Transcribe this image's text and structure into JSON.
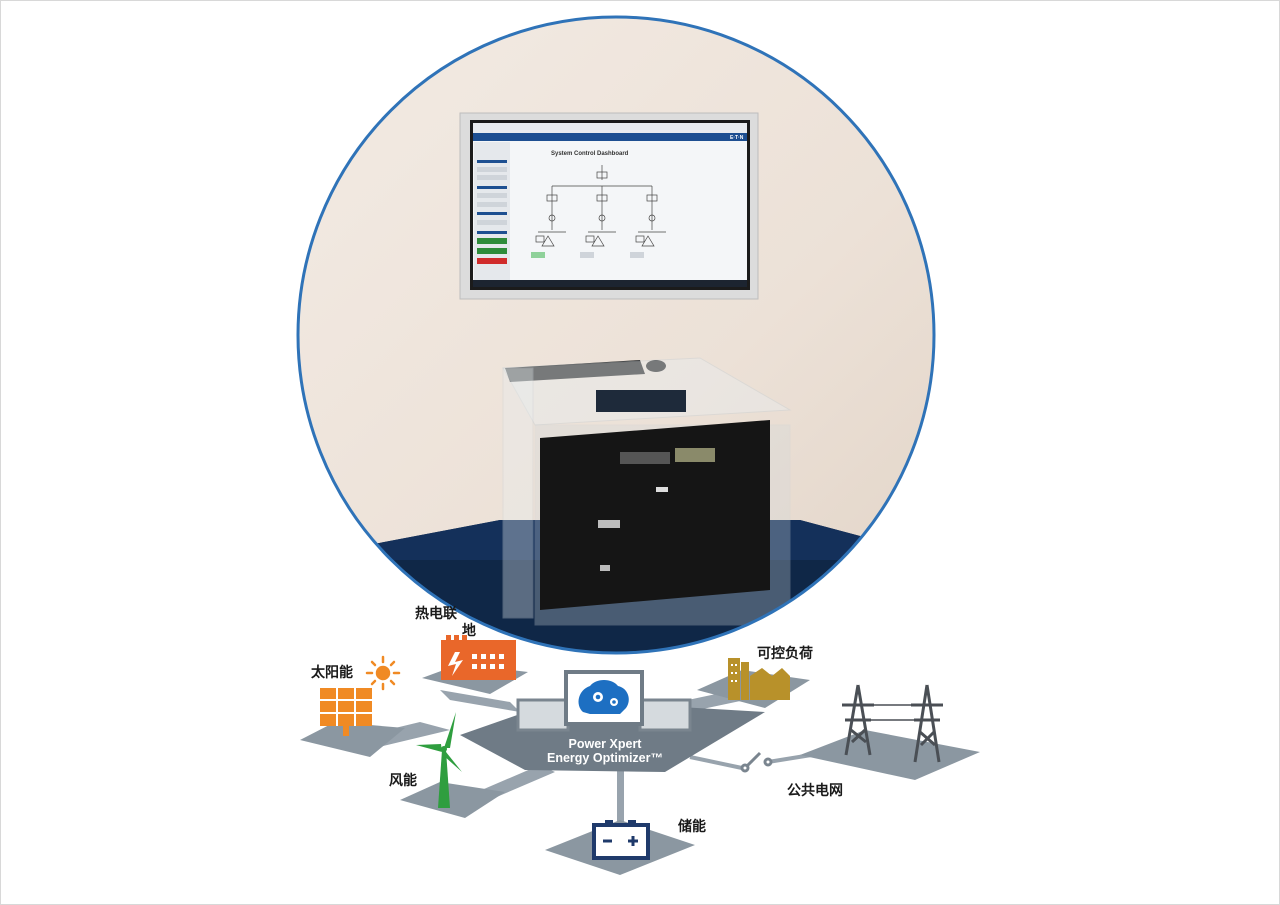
{
  "colors": {
    "photo_circle_border": "#2f73b8",
    "platform_gray": "#7f8c97",
    "platform_light": "#a4aeb7",
    "center_platform": "#6f7b86",
    "orange": "#f08a24",
    "chp_orange": "#e9672a",
    "wind_green": "#2f9e3f",
    "load_gold": "#b8912a",
    "storage_navy": "#1f3a6b",
    "eaton_blue": "#1d4f91"
  },
  "photo": {
    "screen": {
      "title": "System Control Dashboard"
    }
  },
  "labels": {
    "chp": "热电联",
    "chp_second_line": "地",
    "solar": "太阳能",
    "wind": "风能",
    "storage": "储能",
    "load": "可控负荷",
    "grid": "公共电网",
    "center_line1": "Power Xpert",
    "center_line2": "Energy Optimizer™"
  }
}
